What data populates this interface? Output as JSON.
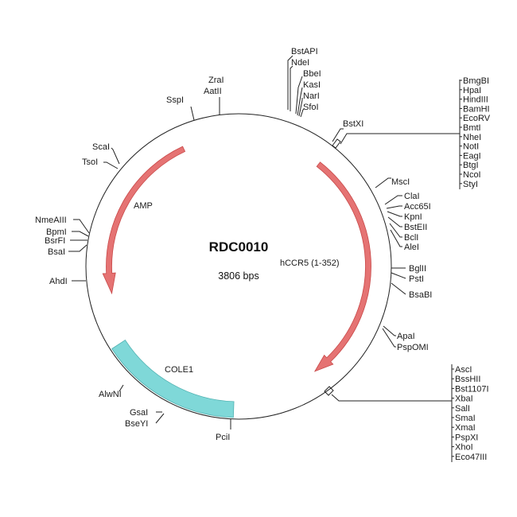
{
  "plasmid": {
    "name": "RDC0010",
    "size_label": "3806 bps",
    "total_bp": 3806
  },
  "colors": {
    "arrow_fill": "#e57373",
    "arrow_stroke": "#c84848",
    "ori_fill": "#7fd8d8",
    "ori_stroke": "#4fb0b0",
    "backbone": "#222222"
  },
  "features": [
    {
      "name": "AMP",
      "type": "gene",
      "direction": "counterclockwise"
    },
    {
      "name": "hCCR5 (1-352)",
      "type": "gene",
      "direction": "clockwise"
    },
    {
      "name": "COLE1",
      "type": "origin"
    }
  ],
  "sites": {
    "top_cluster": [
      "BstAPI",
      "NdeI",
      "BbeI",
      "KasI",
      "NarI",
      "SfoI"
    ],
    "top_left": [
      "ZraI",
      "AatII"
    ],
    "sspi": "SspI",
    "bstxi": "BstXI",
    "mcs1": [
      "BmgBI",
      "HpaI",
      "HindIII",
      "BamHI",
      "EcoRV",
      "BmtI",
      "NheI",
      "NotI",
      "EagI",
      "BtgI",
      "NcoI",
      "StyI"
    ],
    "right_upper": [
      "MscI",
      "ClaI",
      "Acc65I",
      "KpnI",
      "BstEII",
      "BclI",
      "AleI"
    ],
    "right_mid": [
      "BglII",
      "PstI",
      "BsaBI"
    ],
    "right_lower": [
      "ApaI",
      "PspOMI"
    ],
    "mcs2": [
      "AscI",
      "BssHII",
      "Bst1107I",
      "XbaI",
      "SalI",
      "SmaI",
      "XmaI",
      "PspXI",
      "XhoI",
      "Eco47III"
    ],
    "left_upper": [
      "ScaI",
      "TsoI"
    ],
    "left_mid": [
      "NmeAIII",
      "BpmI",
      "BsrFI",
      "BsaI"
    ],
    "ahdi": "AhdI",
    "alwni": "AlwNI",
    "bottom_left": [
      "GsaI",
      "BseYI"
    ],
    "pcii": "PciI"
  }
}
